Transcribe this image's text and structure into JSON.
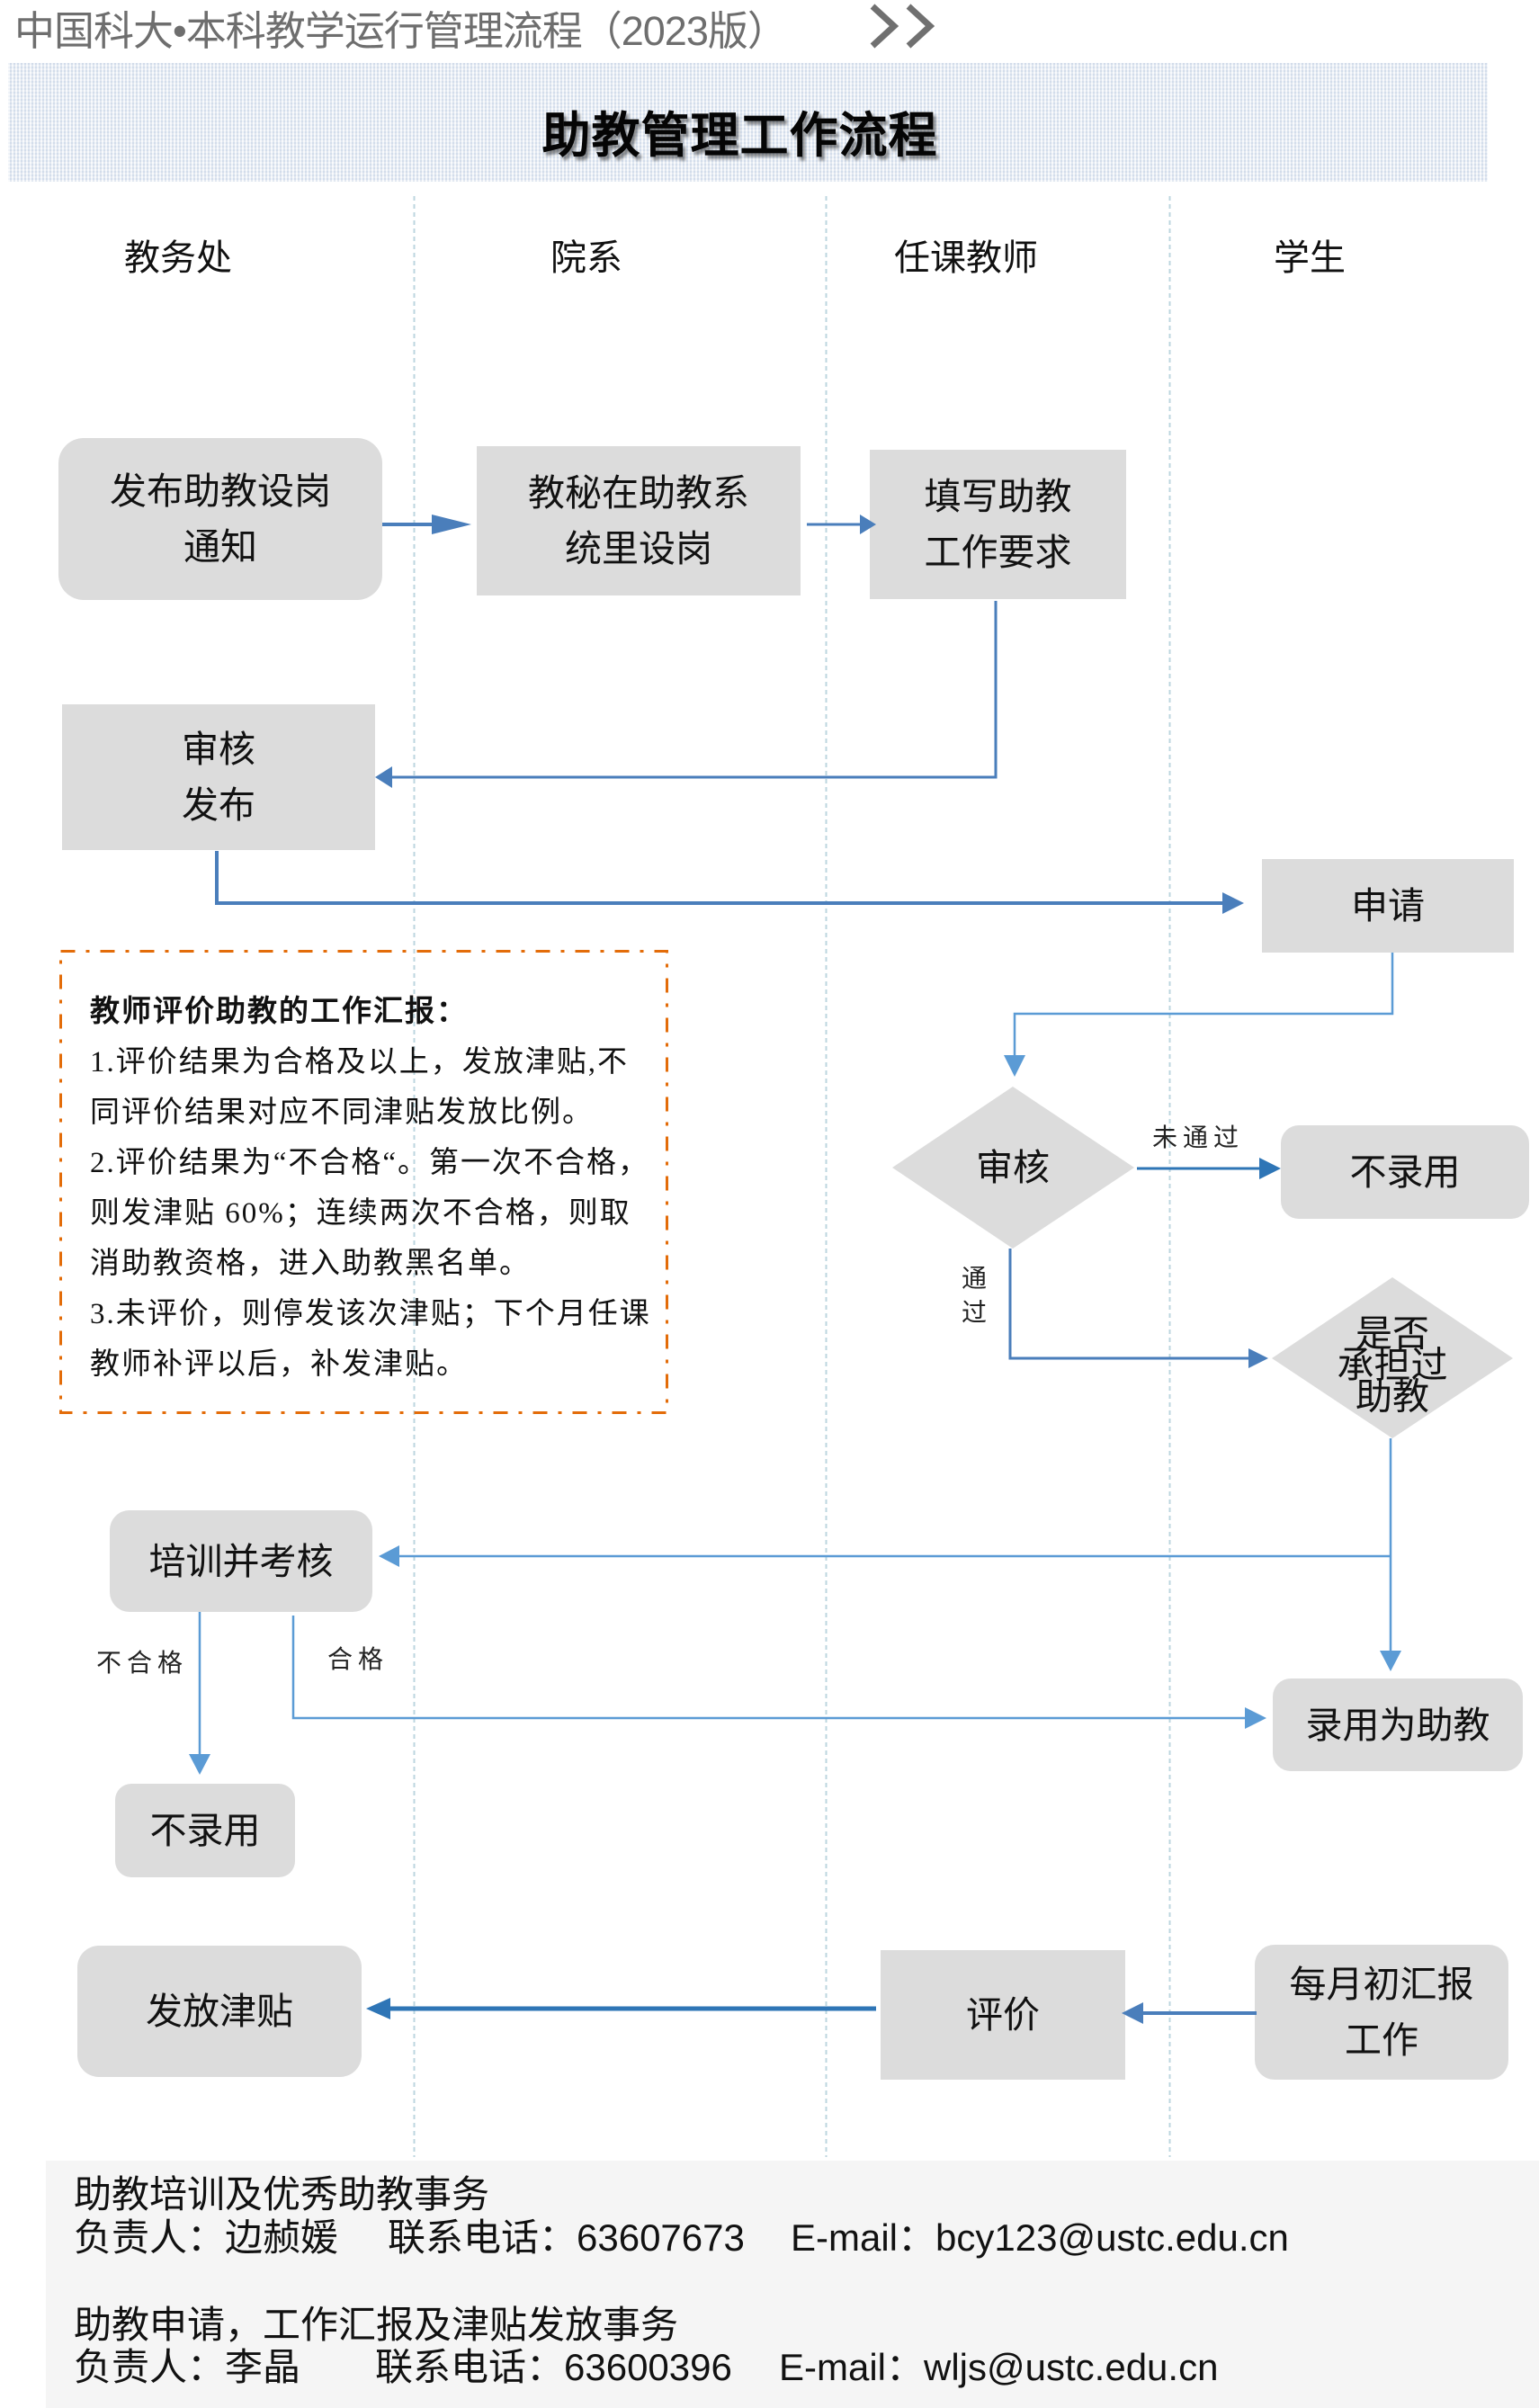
{
  "header": {
    "breadcrumb": "中国科大•本科教学运行管理流程（2023版）",
    "chevron_icon": "double-chevron-right-icon"
  },
  "title": "助教管理工作流程",
  "lanes": [
    "教务处",
    "院系",
    "任课教师",
    "学生"
  ],
  "nodes": {
    "publish_notice": [
      "发布助教设岗",
      "通知"
    ],
    "setup_positions": [
      "教秘在助教系",
      "统里设岗"
    ],
    "fill_requirements": [
      "填写助教",
      "工作要求"
    ],
    "review_publish": [
      "审核",
      "发布"
    ],
    "apply": [
      "申请"
    ],
    "review_decision": [
      "审核"
    ],
    "reject_application": [
      "不录用"
    ],
    "prior_ta_decision": [
      "是否",
      "承担过",
      "助教"
    ],
    "training_assessment": [
      "培训并考核"
    ],
    "reject_training": [
      "不录用"
    ],
    "hire_ta": [
      "录用为助教"
    ],
    "pay_allowance": [
      "发放津贴"
    ],
    "evaluate": [
      "评价"
    ],
    "monthly_report": [
      "每月初汇报",
      "工作"
    ]
  },
  "edge_labels": {
    "not_passed": "未通过",
    "passed": "通过",
    "failed": "不合格",
    "qualified": "合格"
  },
  "note": {
    "title": "教师评价助教的工作汇报：",
    "lines": [
      "1.评价结果为合格及以上，发放津贴,不",
      "同评价结果对应不同津贴发放比例。",
      "2.评价结果为“不合格“。第一次不合格，",
      "则发津贴 60%；连续两次不合格，则取",
      "消助教资格，进入助教黑名单。",
      "3.未评价，则停发该次津贴；下个月任课",
      "教师补评以后，补发津贴。"
    ]
  },
  "footer": {
    "sections": [
      {
        "title": "助教培训及优秀助教事务",
        "person": "负责人：边赪媛",
        "phone": "联系电话：63607673",
        "email": "E-mail：bcy123@ustc.edu.cn"
      },
      {
        "title": "助教申请，工作汇报及津贴发放事务",
        "person": "负责人：李晶",
        "phone": "联系电话：63600396",
        "email": "E-mail：wljs@ustc.edu.cn"
      }
    ]
  },
  "colors": {
    "box_fill": "#dcdcdc",
    "connector": "#4a7ebb",
    "connector_dark": "#2e75b6",
    "connector_light": "#5b9bd5",
    "note_border": "#e36c09",
    "header_text": "#6e6e6e",
    "footer_bg": "#f5f5f5",
    "lane_divider": "#bcd6df"
  }
}
